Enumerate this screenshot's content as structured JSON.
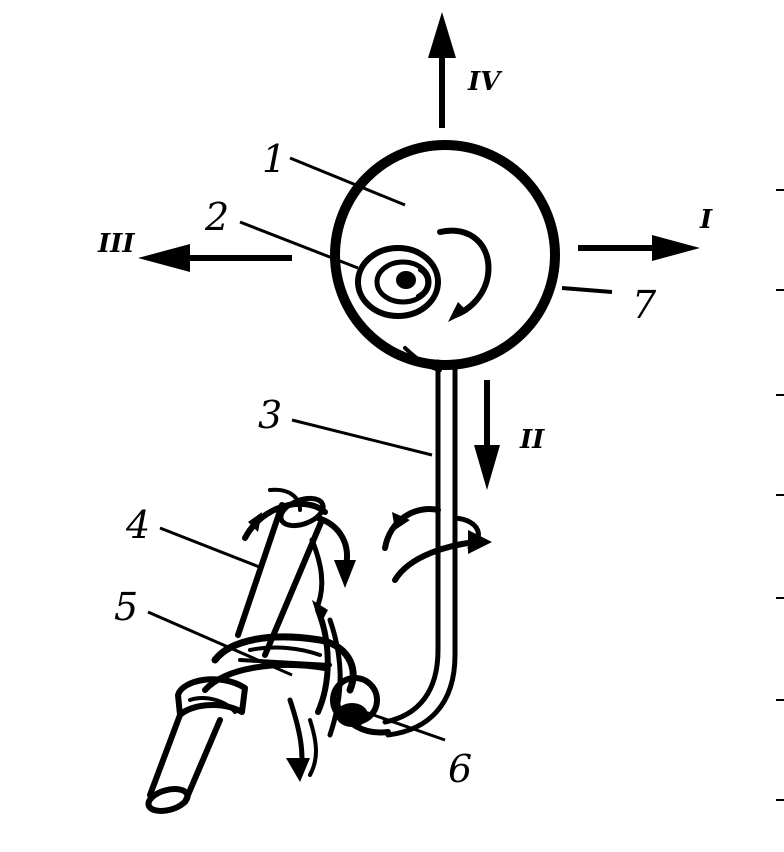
{
  "diagram": {
    "numbers": {
      "n1": "1",
      "n2": "2",
      "n3": "3",
      "n4": "4",
      "n5": "5",
      "n6": "6",
      "n7": "7"
    },
    "directions": {
      "d1": "I",
      "d2": "II",
      "d3": "III",
      "d4": "IV"
    }
  }
}
